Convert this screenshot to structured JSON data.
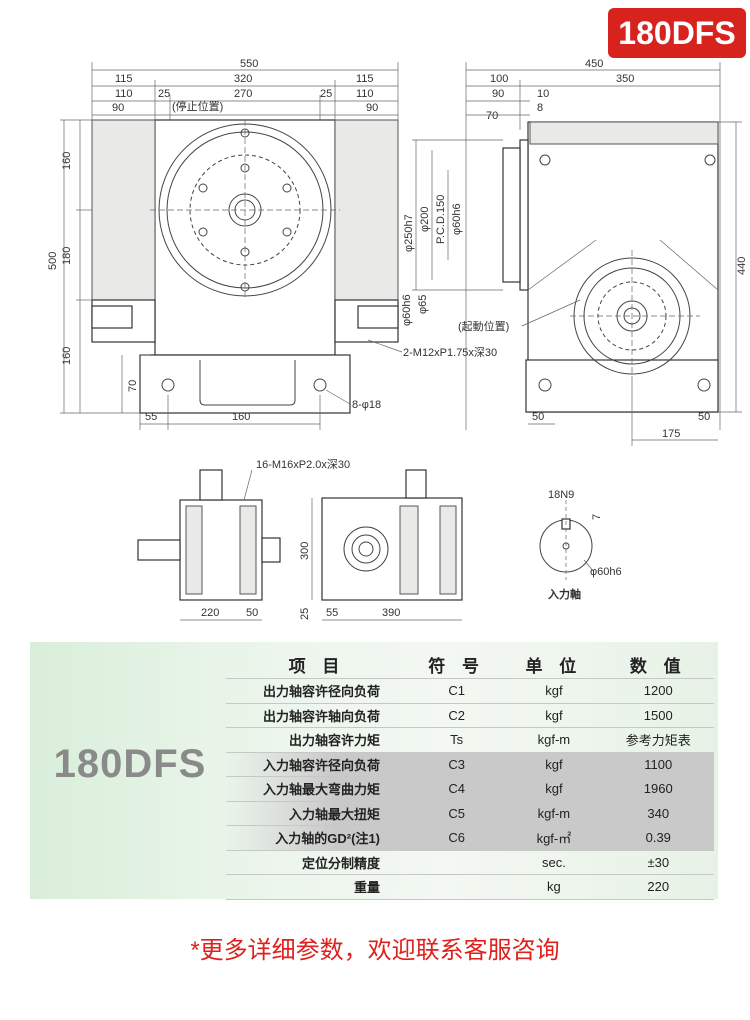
{
  "badge": "180DFS",
  "drawing": {
    "top_dims": [
      "550",
      "115",
      "320",
      "115",
      "110",
      "25",
      "270",
      "25",
      "110",
      "90",
      "90"
    ],
    "left_dims": [
      "160",
      "500",
      "180",
      "160",
      "70"
    ],
    "bottom_dims": [
      "55",
      "160"
    ],
    "front_labels": [
      "(停止位置)",
      "φ60h6",
      "φ65",
      "2-M12xP1.75x深30",
      "8-φ18"
    ],
    "side_top_dims": [
      "450",
      "100",
      "350",
      "90",
      "10",
      "8",
      "70"
    ],
    "side_vertical": [
      "φ250h7",
      "φ200",
      "P.C.D.150",
      "φ60h6"
    ],
    "side_labels": [
      "(起動位置)",
      "440"
    ],
    "side_bottom_dims": [
      "50",
      "175",
      "50"
    ],
    "small_views": {
      "tap_label": "16-M16xP2.0x深30",
      "dims": [
        "220",
        "50",
        "300",
        "25",
        "55",
        "390"
      ],
      "shaft_dims": [
        "18N9",
        "7",
        "φ60h6"
      ],
      "shaft_caption": "入力軸"
    }
  },
  "spec": {
    "model": "180DFS",
    "headers": [
      "项 目",
      "符 号",
      "单 位",
      "数 值"
    ],
    "rows": [
      {
        "item": "出力轴容许径向负荷",
        "symbol": "C1",
        "unit": "kgf",
        "value": "1200"
      },
      {
        "item": "出力轴容许轴向负荷",
        "symbol": "C2",
        "unit": "kgf",
        "value": "1500"
      },
      {
        "item": "出力轴容许力矩",
        "symbol": "Ts",
        "unit": "kgf-m",
        "value": "参考力矩表"
      },
      {
        "item": "入力轴容许径向负荷",
        "symbol": "C3",
        "unit": "kgf",
        "value": "1100"
      },
      {
        "item": "入力轴最大弯曲力矩",
        "symbol": "C4",
        "unit": "kgf",
        "value": "1960"
      },
      {
        "item": "入力轴最大扭矩",
        "symbol": "C5",
        "unit": "kgf-m",
        "value": "340"
      },
      {
        "item": "入力轴的GD²(注1)",
        "symbol": "C6",
        "unit": "kgf-㎡",
        "value": "0.39"
      },
      {
        "item": "定位分制精度",
        "symbol": "",
        "unit": "sec.",
        "value": "±30"
      },
      {
        "item": "重量",
        "symbol": "",
        "unit": "kg",
        "value": "220"
      }
    ]
  },
  "footer": "*更多详细参数，欢迎联系客服咨询"
}
